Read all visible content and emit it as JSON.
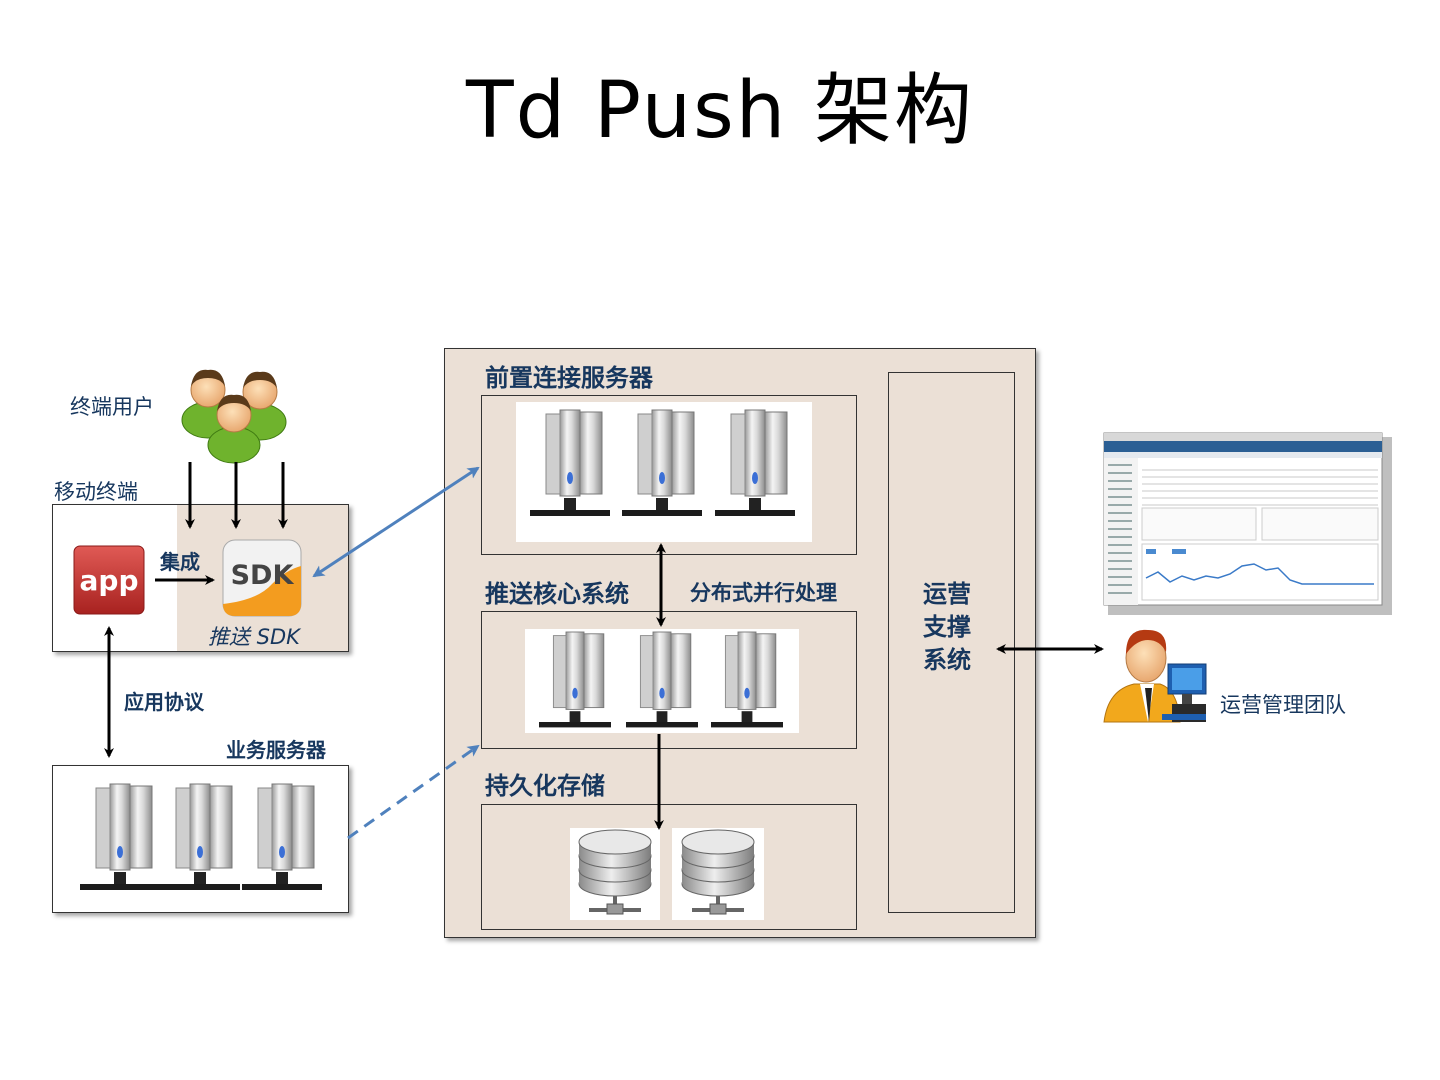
{
  "title": "Td Push 架构",
  "labels": {
    "end_users": "终端用户",
    "mobile_terminal": "移动终端",
    "integrate": "集成",
    "push_sdk": "推送 SDK",
    "app_protocol": "应用协议",
    "business_server": "业务服务器",
    "front_server": "前置连接服务器",
    "push_core": "推送核心系统",
    "distributed": "分布式并行处理",
    "persistence": "持久化存储",
    "ops_support_1": "运营",
    "ops_support_2": "支撑",
    "ops_support_3": "系统",
    "ops_team": "运营管理团队"
  },
  "icons": {
    "app": "app",
    "sdk": "SDK",
    "users": "users-group-icon",
    "server": "server-tower-icon",
    "database": "database-icon",
    "manager": "manager-at-computer-icon",
    "dashboard": "dashboard-screenshot-icon"
  },
  "colors": {
    "label": "#17375e",
    "tan_fill": "#ebe0d6",
    "arrow_blue": "#4f81bd",
    "app_red": "#c0302f",
    "sdk_orange": "#f39c1f"
  }
}
